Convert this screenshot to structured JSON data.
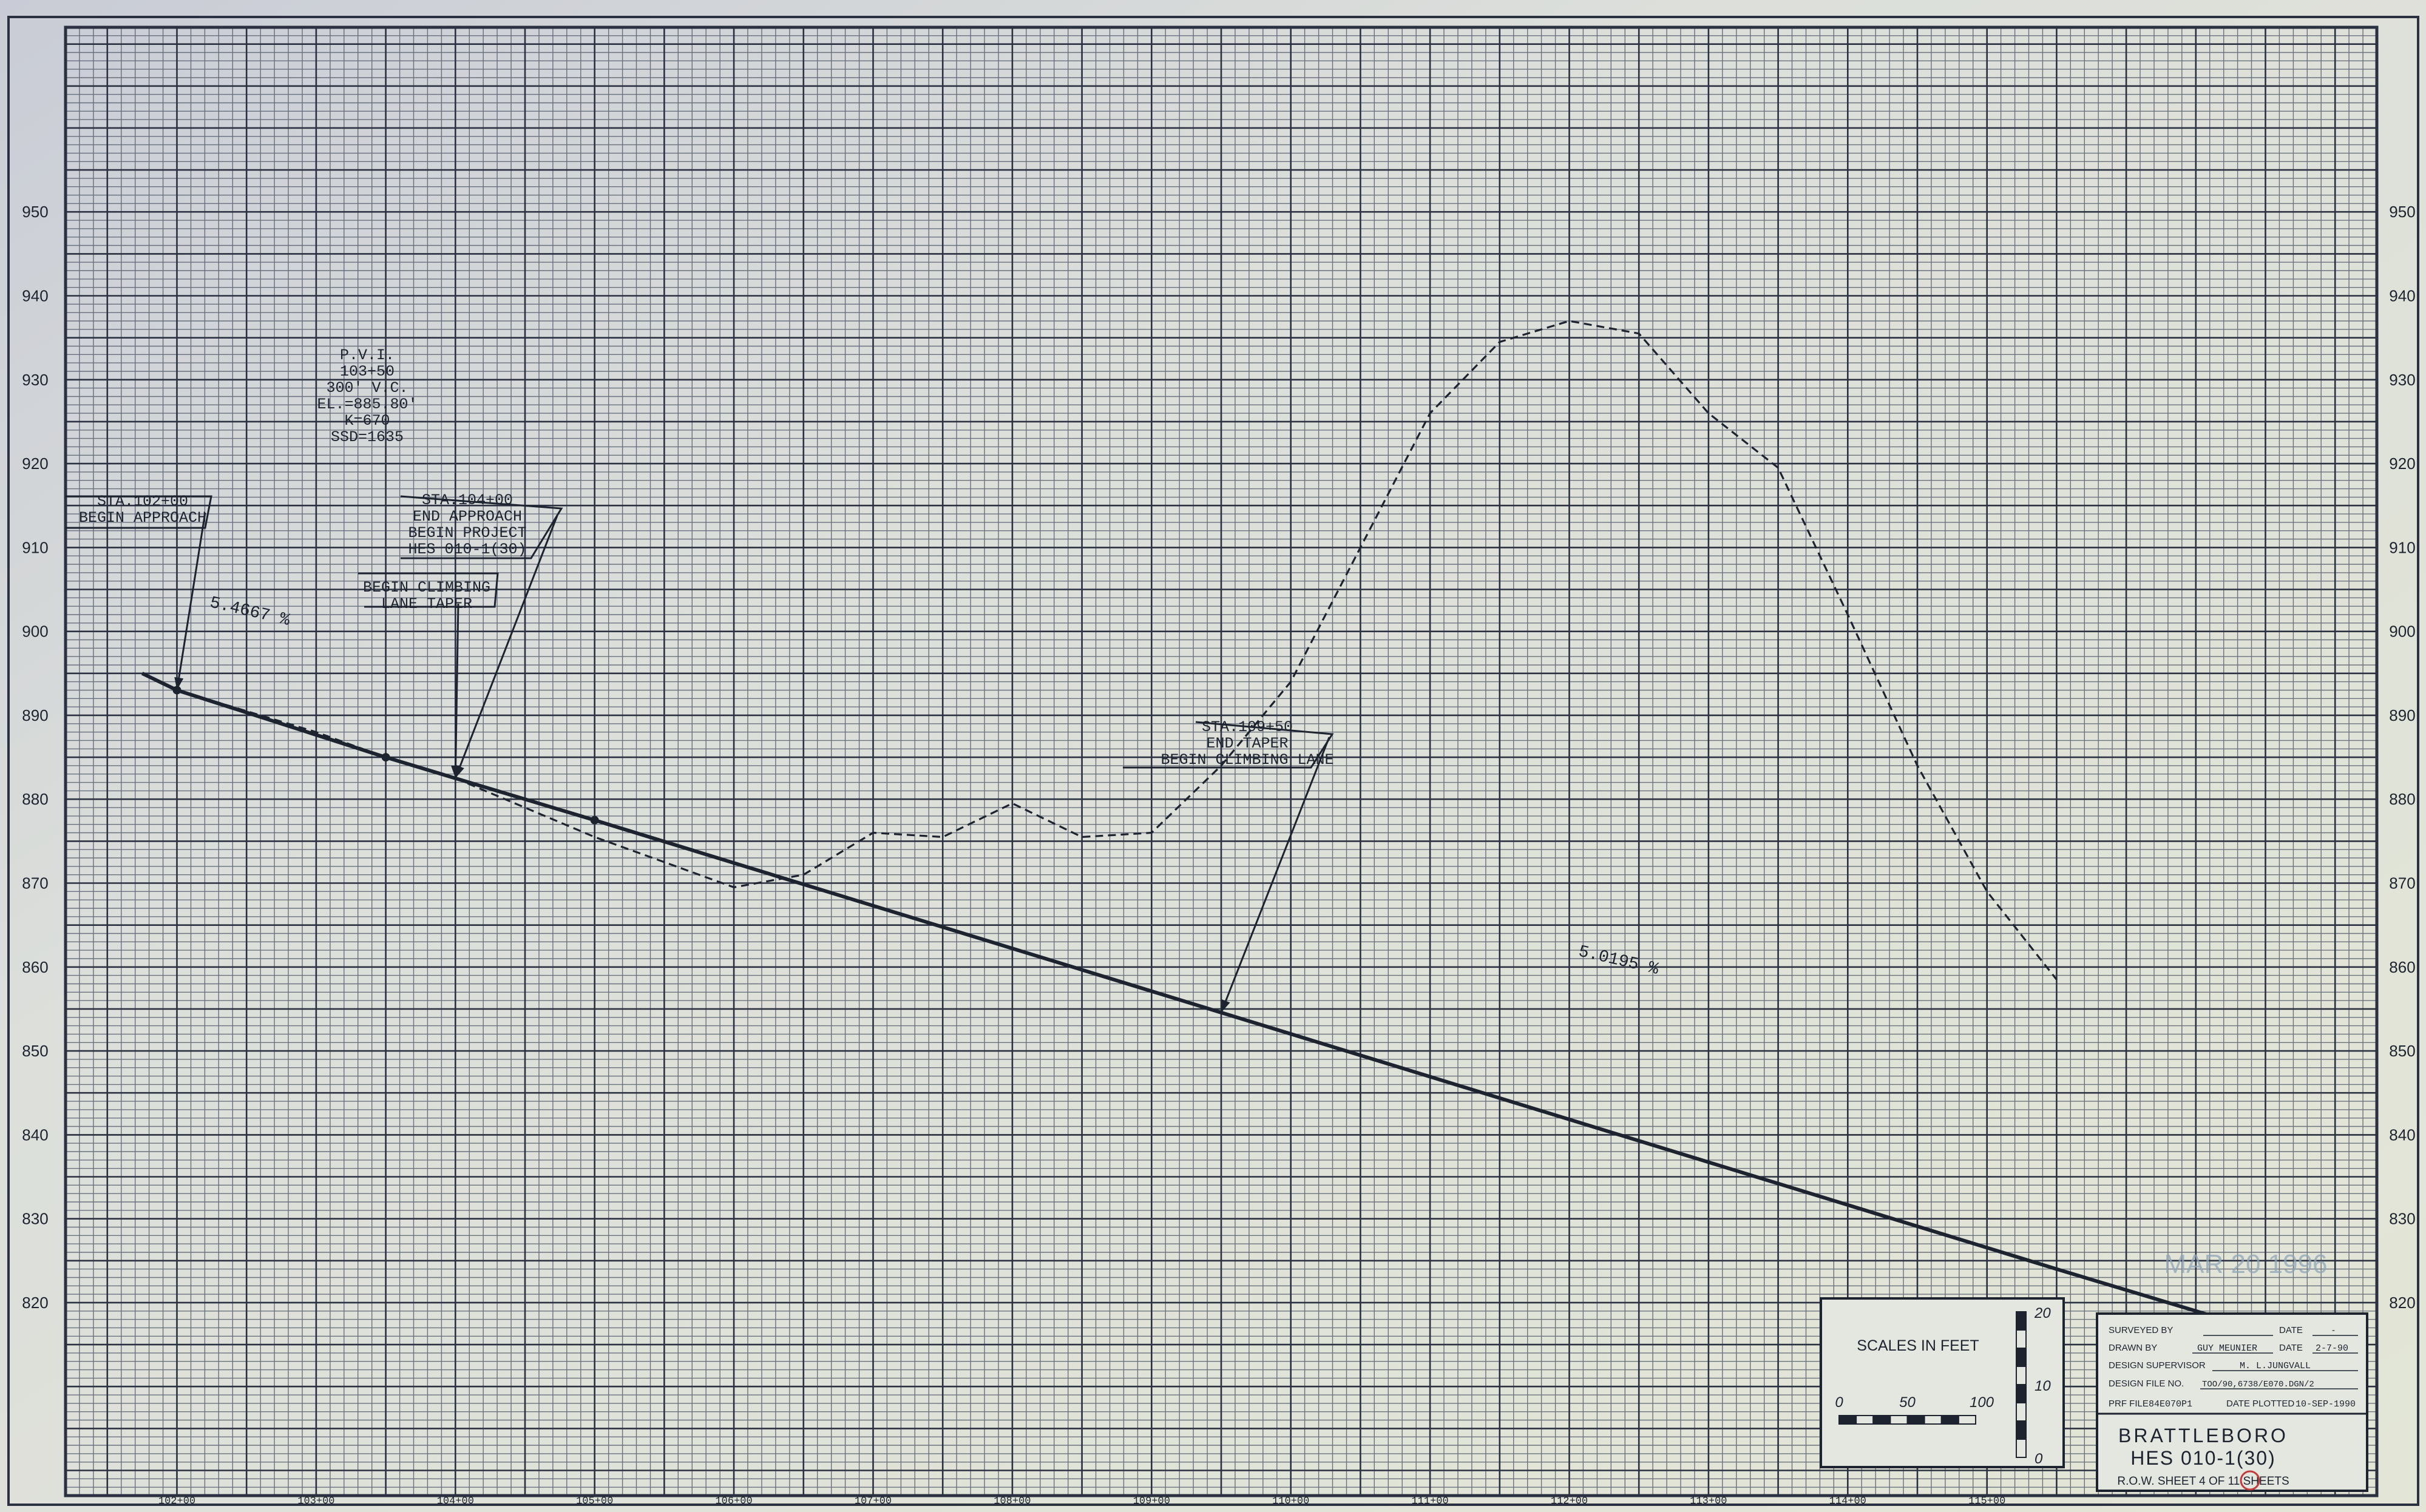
{
  "chart_data": {
    "type": "line",
    "title": "",
    "xlabel": "",
    "ylabel": "",
    "x_ticks": [
      "102+00",
      "103+00",
      "104+00",
      "105+00",
      "106+00",
      "107+00",
      "108+00",
      "109+00",
      "110+00",
      "111+00",
      "112+00",
      "113+00",
      "114+00",
      "115+00"
    ],
    "y_ticks": [
      820,
      830,
      840,
      850,
      860,
      870,
      880,
      890,
      900,
      910,
      920,
      930,
      940,
      950
    ],
    "xlim": [
      101.2,
      117.8
    ],
    "ylim": [
      797,
      972
    ],
    "grid": true,
    "series": [
      {
        "style": "solid",
        "x": [
          101.75,
          102.0,
          103.5,
          104.0,
          105.0,
          115.5,
          116.8
        ],
        "y": [
          895.0,
          893.0,
          885.0,
          882.5,
          877.5,
          824.0,
          817.5
        ]
      },
      {
        "style": "dashed",
        "x": [
          101.75,
          102.0,
          102.5,
          103.0,
          103.5,
          104.0,
          104.5,
          105.0,
          105.5,
          106.0,
          106.5,
          107.0,
          107.5,
          108.0,
          108.5,
          109.0,
          109.5,
          110.0,
          110.5,
          111.0,
          111.5,
          112.0,
          112.5,
          113.0,
          113.5,
          114.0,
          114.5,
          115.0,
          115.5
        ],
        "y": [
          895.0,
          893.0,
          890.5,
          888.0,
          885.0,
          882.5,
          879.0,
          875.5,
          872.5,
          869.5,
          871.0,
          876.0,
          875.5,
          879.5,
          875.5,
          876.0,
          884.0,
          894.0,
          910.0,
          926.0,
          934.5,
          937.0,
          935.5,
          926.0,
          919.5,
          902.0,
          884.0,
          869.0,
          858.5
        ]
      }
    ],
    "annotations": [
      {
        "id": "pvi",
        "lines": [
          "P.V.I.",
          "103+50",
          "300' V.C.",
          "EL.=885.80'",
          "K=670",
          "SSD=1635"
        ]
      },
      {
        "id": "sta102",
        "lines": [
          "STA.102+00",
          "BEGIN APPROACH"
        ]
      },
      {
        "id": "sta104",
        "lines": [
          "STA.104+00",
          "END APPROACH",
          "BEGIN PROJECT",
          "HES 010-1(30)"
        ]
      },
      {
        "id": "climb",
        "lines": [
          "BEGIN CLIMBING",
          "LANE TAPER"
        ]
      },
      {
        "id": "sta109",
        "lines": [
          "STA.109+50",
          "END TAPER",
          "BEGIN CLIMBING LANE"
        ]
      },
      {
        "id": "grade1",
        "lines": [
          "5.4667 %"
        ]
      },
      {
        "id": "grade2",
        "lines": [
          "5.0195 %"
        ]
      }
    ]
  },
  "stamp": {
    "date": "MAR 20 1996"
  },
  "scale_box": {
    "title": "SCALES IN FEET",
    "h_labels": [
      "0",
      "50",
      "100"
    ],
    "v_labels": [
      "20",
      "10",
      "0"
    ]
  },
  "title_block": {
    "surveyed_by_label": "SURVEYED BY",
    "surveyed_by": "",
    "date_label": "DATE",
    "date1": "-",
    "drawn_by_label": "DRAWN BY",
    "drawn_by": "GUY MEUNIER",
    "date2": "2-7-90",
    "supervisor_label": "DESIGN SUPERVISOR",
    "supervisor": "M. L.JUNGVALL",
    "design_file_label": "DESIGN FILE NO.",
    "design_file": "TOO/90,6738/E070.DGN/2",
    "prf_file_label": "PRF FILE",
    "prf_file": "84E070P1",
    "plotted_label": "DATE PLOTTED",
    "plotted": "10-SEP-1990",
    "town": "BRATTLEBORO",
    "project": "HES 010-1(30)",
    "sheet_text": "R.O.W. SHEET 4 OF 11 SHEETS"
  }
}
